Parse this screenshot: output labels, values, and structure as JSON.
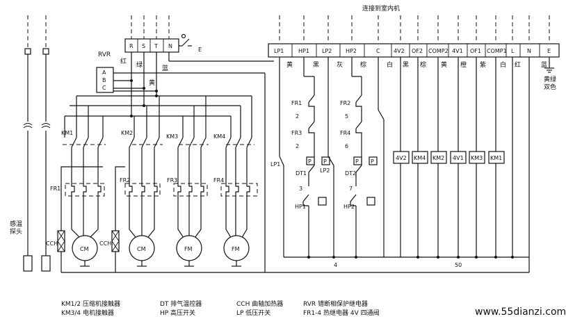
{
  "title": "连接到室内机",
  "left_terminals": [
    "R",
    "S",
    "T",
    "N"
  ],
  "earth_label": "E",
  "rvr": {
    "label": "RVR",
    "inputs": [
      "A",
      "B",
      "C"
    ]
  },
  "phase_colors": [
    "红",
    "绿",
    "黄",
    "蓝"
  ],
  "indoor_terminals": [
    {
      "label": "LP1",
      "wire": "黄"
    },
    {
      "label": "HP1",
      "wire": "黑"
    },
    {
      "label": "LP2",
      "wire": "灰"
    },
    {
      "label": "HP2",
      "wire": "棕"
    },
    {
      "label": "C",
      "wire": "白"
    },
    {
      "label": "4V2",
      "wire": "黑"
    },
    {
      "label": "OF2",
      "wire": "棕"
    },
    {
      "label": "COMP2",
      "wire": "黄"
    },
    {
      "label": "4V1",
      "wire": "橙"
    },
    {
      "label": "OF1",
      "wire": "紫"
    },
    {
      "label": "COMP1",
      "wire": "白"
    },
    {
      "label": "L",
      "wire": "红"
    },
    {
      "label": "N",
      "wire": ""
    },
    {
      "label": "E",
      "wire": "蓝"
    }
  ],
  "earth_wire_color": "黄绿双色",
  "contactors": [
    "KM1",
    "KM2",
    "KM3",
    "KM4"
  ],
  "overloads": [
    "FR1",
    "FR2",
    "FR3",
    "FR4"
  ],
  "motors": [
    "CM",
    "CM",
    "FM",
    "FM"
  ],
  "heaters": [
    "CCH",
    "CCH"
  ],
  "sensor_label": "感温探头",
  "circuit1": {
    "fr_a": "FR1",
    "n_a": "2",
    "fr_b": "FR3",
    "n_b": "2",
    "lp": "LP1",
    "p1": "P",
    "p2": "P",
    "dt": "DT1",
    "n_dt": "3",
    "hp": "HP1"
  },
  "circuit2": {
    "fr_a": "FR2",
    "n_a": "5",
    "fr_b": "FR4",
    "n_b": "6",
    "lp": "LP2",
    "p1": "P",
    "p2": "P",
    "dt": "DT2",
    "n_dt": "7",
    "hp": "HP2"
  },
  "coils": [
    "4V2",
    "KM4",
    "KM2",
    "4V1",
    "KM3",
    "KM1"
  ],
  "bus_labels": {
    "left": "4",
    "right": "50"
  },
  "legend": [
    [
      "KM1/2  压缩机接触器",
      "DT  排气温控器",
      "CCH  曲轴加热器",
      "RVR  错断相保护继电器"
    ],
    [
      "KM3/4  电机接触器",
      "HP  高压开关",
      "LP  低压开关",
      "FR1-4  热继电器   4V   四通阀"
    ]
  ],
  "watermark": "www.55dianzi.com"
}
